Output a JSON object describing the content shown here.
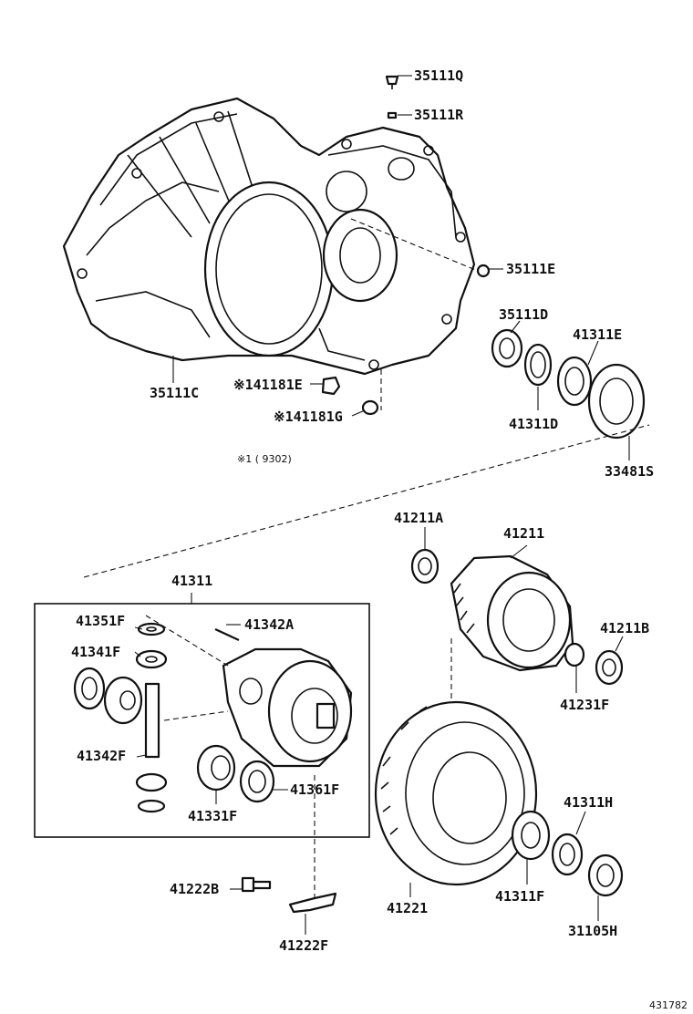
{
  "parts": {
    "p35111Q": "35111Q",
    "p35111R": "35111R",
    "p35111E": "35111E",
    "p35111D": "35111D",
    "p41311E": "41311E",
    "p41311D": "41311D",
    "p33481S": "33481S",
    "p35111C": "35111C",
    "p41181E": "※141181E",
    "p41181G": "※141181G",
    "p41211A": "41211A",
    "p41211": "41211",
    "p41211B": "41211B",
    "p41231F": "41231F",
    "p41311": "41311",
    "p41351F": "41351F",
    "p41342A": "41342A",
    "p41341F": "41341F",
    "p41342F": "41342F",
    "p41331F": "41331F",
    "p41361F": "41361F",
    "p41311H": "41311H",
    "p41221": "41221",
    "p41311F": "41311F",
    "p31105H": "31105H",
    "p41222B": "41222B",
    "p41222F": "41222F"
  },
  "footnote": "※1 (        9302)",
  "diagram_id": "431782"
}
